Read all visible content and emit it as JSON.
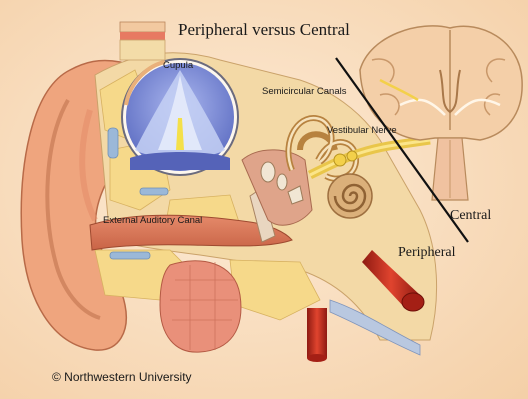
{
  "title": "Peripheral versus Central",
  "labels": {
    "cupula": "Cupula",
    "semicircular_canals": "Semicircular Canals",
    "vestibular_nerve": "Vestibular Nerve",
    "external_auditory_canal": "External Auditory Canal",
    "central": "Central",
    "peripheral": "Peripheral"
  },
  "copyright": "© Northwestern University",
  "colors": {
    "background": "#fbe3c8",
    "skin": "#f0b08a",
    "bone": "#f3ddb0",
    "fat": "#f6dc8c",
    "nerve": "#f2d25a",
    "vessel": "#c92a1e",
    "inset_blue": "#7f8fd8",
    "brain": "#f4cfa8",
    "divider": "#111111"
  }
}
